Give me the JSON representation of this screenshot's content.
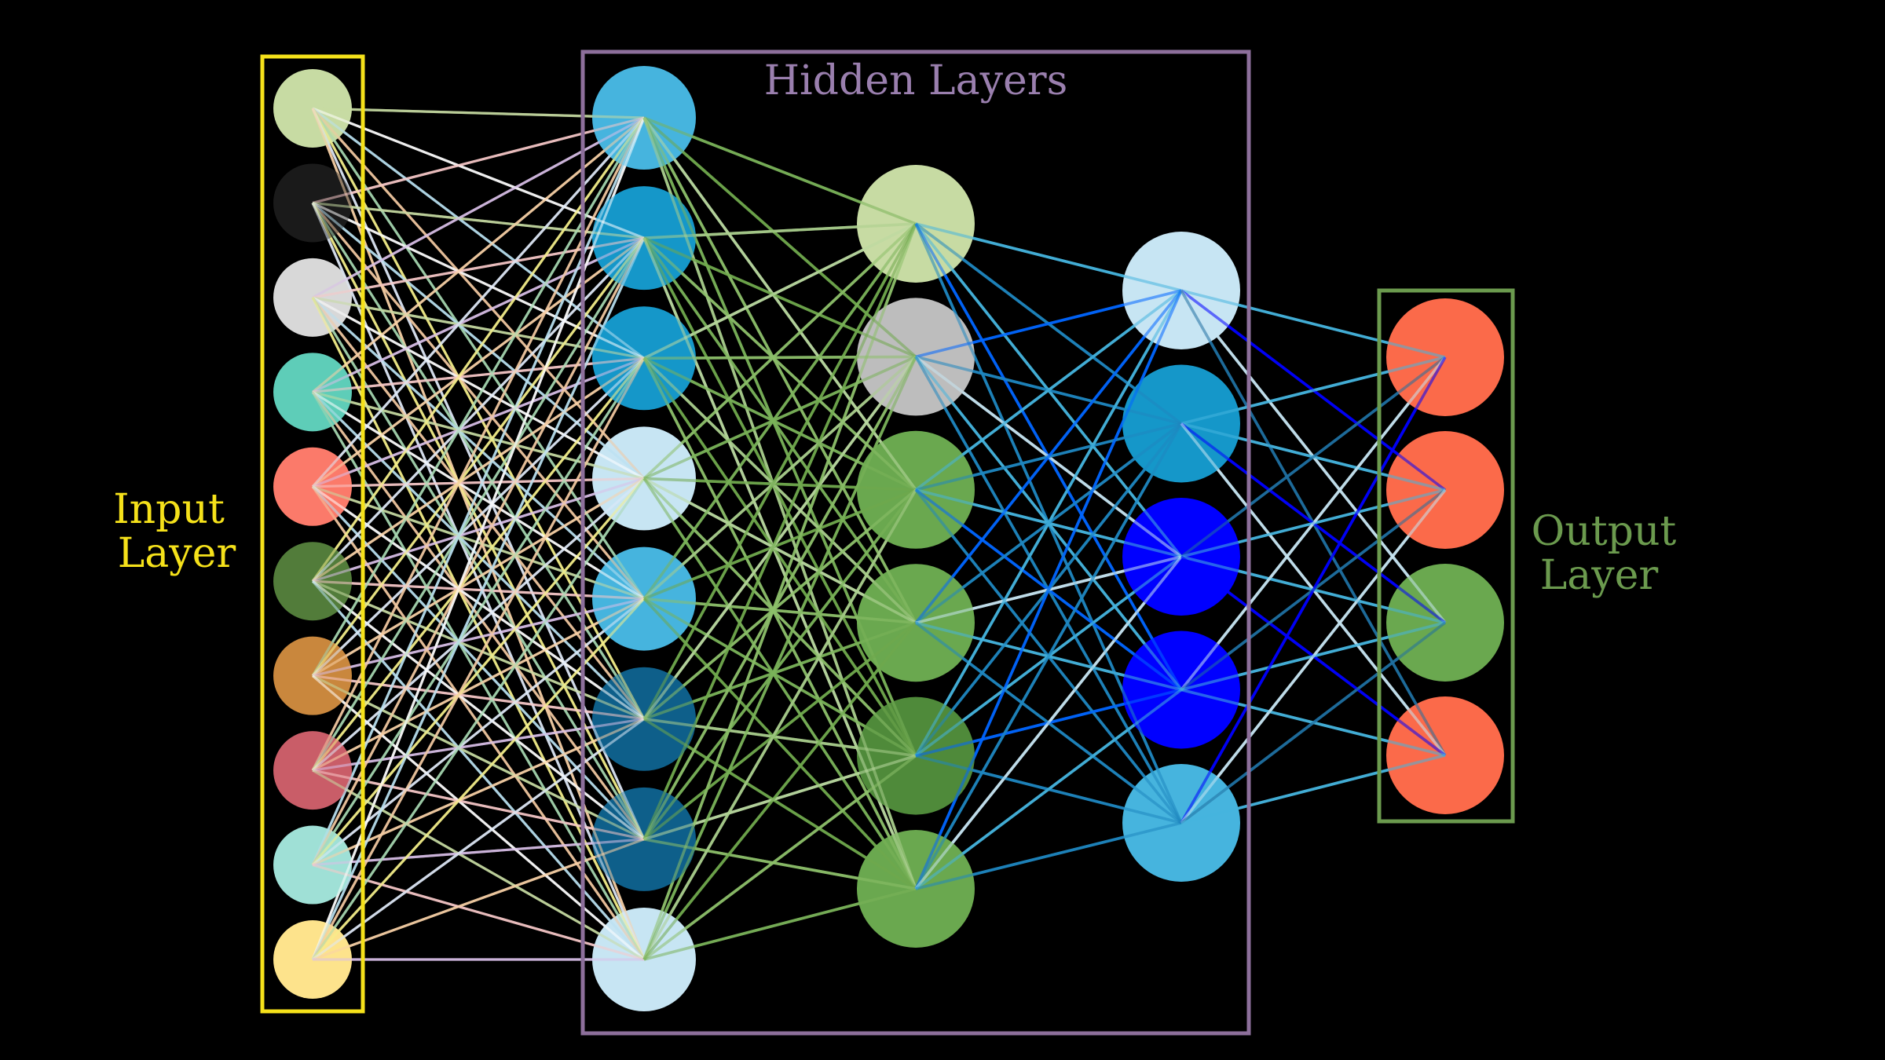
{
  "labels": {
    "input_line1": "Input",
    "input_line2": "Layer",
    "hidden": "Hidden Layers",
    "output_line1": "Output",
    "output_line2": "Layer"
  },
  "colors": {
    "input_frame": "#f5e11a",
    "hidden_frame": "#8d6f9b",
    "output_frame": "#6b9a4e",
    "input_label": "#f5e11a",
    "hidden_label": "#9a7fae",
    "output_label": "#6b9a4e"
  },
  "layers": [
    {
      "id": "input",
      "nodes": [
        "#c7dba3",
        "#1a1a1a",
        "#d8d8d8",
        "#5ecdb8",
        "#fb7a6a",
        "#527c3a",
        "#c9873d",
        "#c95d68",
        "#9fe0d6",
        "#fde38c"
      ],
      "edge_colors": [
        "#c7dba3",
        "#f2c9a1",
        "#dfe9f7",
        "#f7c9c9",
        "#b8e0f0",
        "#f5f08a",
        "#d9c0e8",
        "#ffffff",
        "#a6d7b0",
        "#f9d2a8"
      ]
    },
    {
      "id": "hidden1",
      "nodes": [
        "#46b4de",
        "#1597c9",
        "#1597c9",
        "#c7e5f3",
        "#46b4de",
        "#0e5f8a",
        "#0e5f8a",
        "#c7e5f3"
      ],
      "edge_colors": [
        "#7ab35a",
        "#8cbf6a",
        "#6fa84d",
        "#a9cd8c",
        "#7ab35a",
        "#8cbf6a",
        "#b9d8a0",
        "#6fa84d"
      ]
    },
    {
      "id": "hidden2",
      "nodes": [
        "#c7dba3",
        "#bdbdbd",
        "#6aa84f",
        "#6aa84f",
        "#4f8a3a",
        "#6aa84f"
      ],
      "edge_colors": [
        "#46b4de",
        "#1f86c0",
        "#46b4de",
        "#0066ff",
        "#1f86c0",
        "#c7e5f3"
      ]
    },
    {
      "id": "hidden3",
      "nodes": [
        "#c7e5f3",
        "#1597c9",
        "#0000ff",
        "#0000ff",
        "#46b4de"
      ],
      "edge_colors": [
        "#46b4de",
        "#1f6fa0",
        "#0000ff",
        "#46b4de",
        "#c7e5f3"
      ]
    },
    {
      "id": "output",
      "nodes": [
        "#fb6a4a",
        "#fb6a4a",
        "#6aa84f",
        "#fb6a4a"
      ],
      "edge_colors": []
    }
  ]
}
